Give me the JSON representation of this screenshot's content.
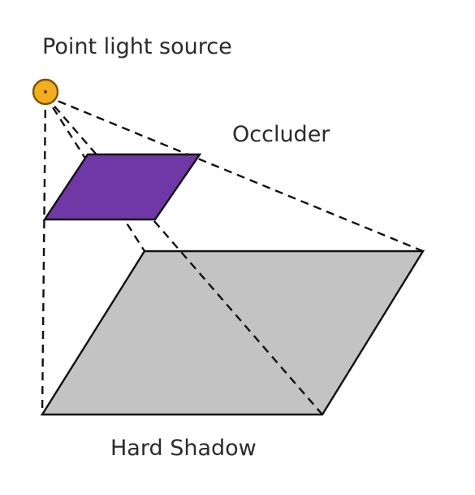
{
  "labels": {
    "light_source": "Point light source",
    "occluder": "Occluder",
    "shadow": "Hard Shadow"
  },
  "colors": {
    "light_fill": "#f4ad1c",
    "light_stroke": "#7a5500",
    "occluder_fill": "#7037a6",
    "shadow_fill": "#c3c3c3",
    "outline": "#111111",
    "text": "#2b2b2b"
  }
}
